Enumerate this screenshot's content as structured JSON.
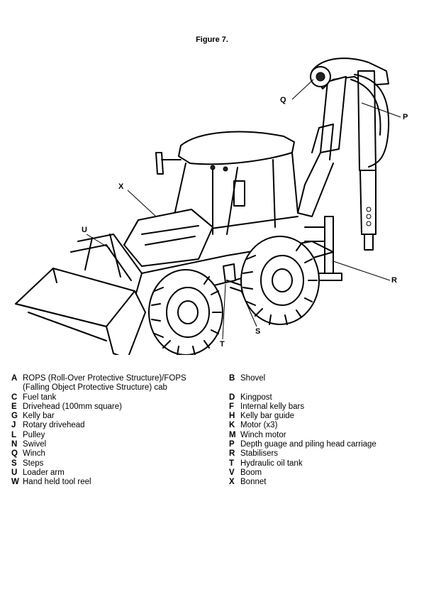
{
  "figure_title": "Figure 7.",
  "callouts": {
    "Q": "Q",
    "P": "P",
    "X": "X",
    "U": "U",
    "R": "R",
    "S": "S",
    "T": "T"
  },
  "legend_left": [
    {
      "key": "A",
      "desc": "ROPS (Roll-Over Protective Structure)/FOPS"
    },
    {
      "key": "",
      "desc": "(Falling Object Protective Structure) cab"
    },
    {
      "key": "C",
      "desc": "Fuel tank"
    },
    {
      "key": "E",
      "desc": "Drivehead (100mm square)"
    },
    {
      "key": "G",
      "desc": "Kelly bar"
    },
    {
      "key": "J",
      "desc": "Rotary drivehead"
    },
    {
      "key": "L",
      "desc": "Pulley"
    },
    {
      "key": "N",
      "desc": "Swivel"
    },
    {
      "key": "Q",
      "desc": "Winch"
    },
    {
      "key": "S",
      "desc": "Steps"
    },
    {
      "key": "U",
      "desc": "Loader arm"
    },
    {
      "key": "W",
      "desc": "Hand held tool reel"
    }
  ],
  "legend_right": [
    {
      "key": "B",
      "desc": "Shovel"
    },
    {
      "key": "D",
      "desc": "Kingpost"
    },
    {
      "key": "F",
      "desc": "Internal kelly bars"
    },
    {
      "key": "H",
      "desc": "Kelly bar guide"
    },
    {
      "key": "K",
      "desc": "Motor (x3)"
    },
    {
      "key": "M",
      "desc": "Winch motor"
    },
    {
      "key": "P",
      "desc": "Depth guage and piling head carriage"
    },
    {
      "key": "R",
      "desc": "Stabilisers"
    },
    {
      "key": "T",
      "desc": "Hydraulic oil tank"
    },
    {
      "key": "V",
      "desc": "Boom"
    },
    {
      "key": "X",
      "desc": "Bonnet"
    }
  ]
}
